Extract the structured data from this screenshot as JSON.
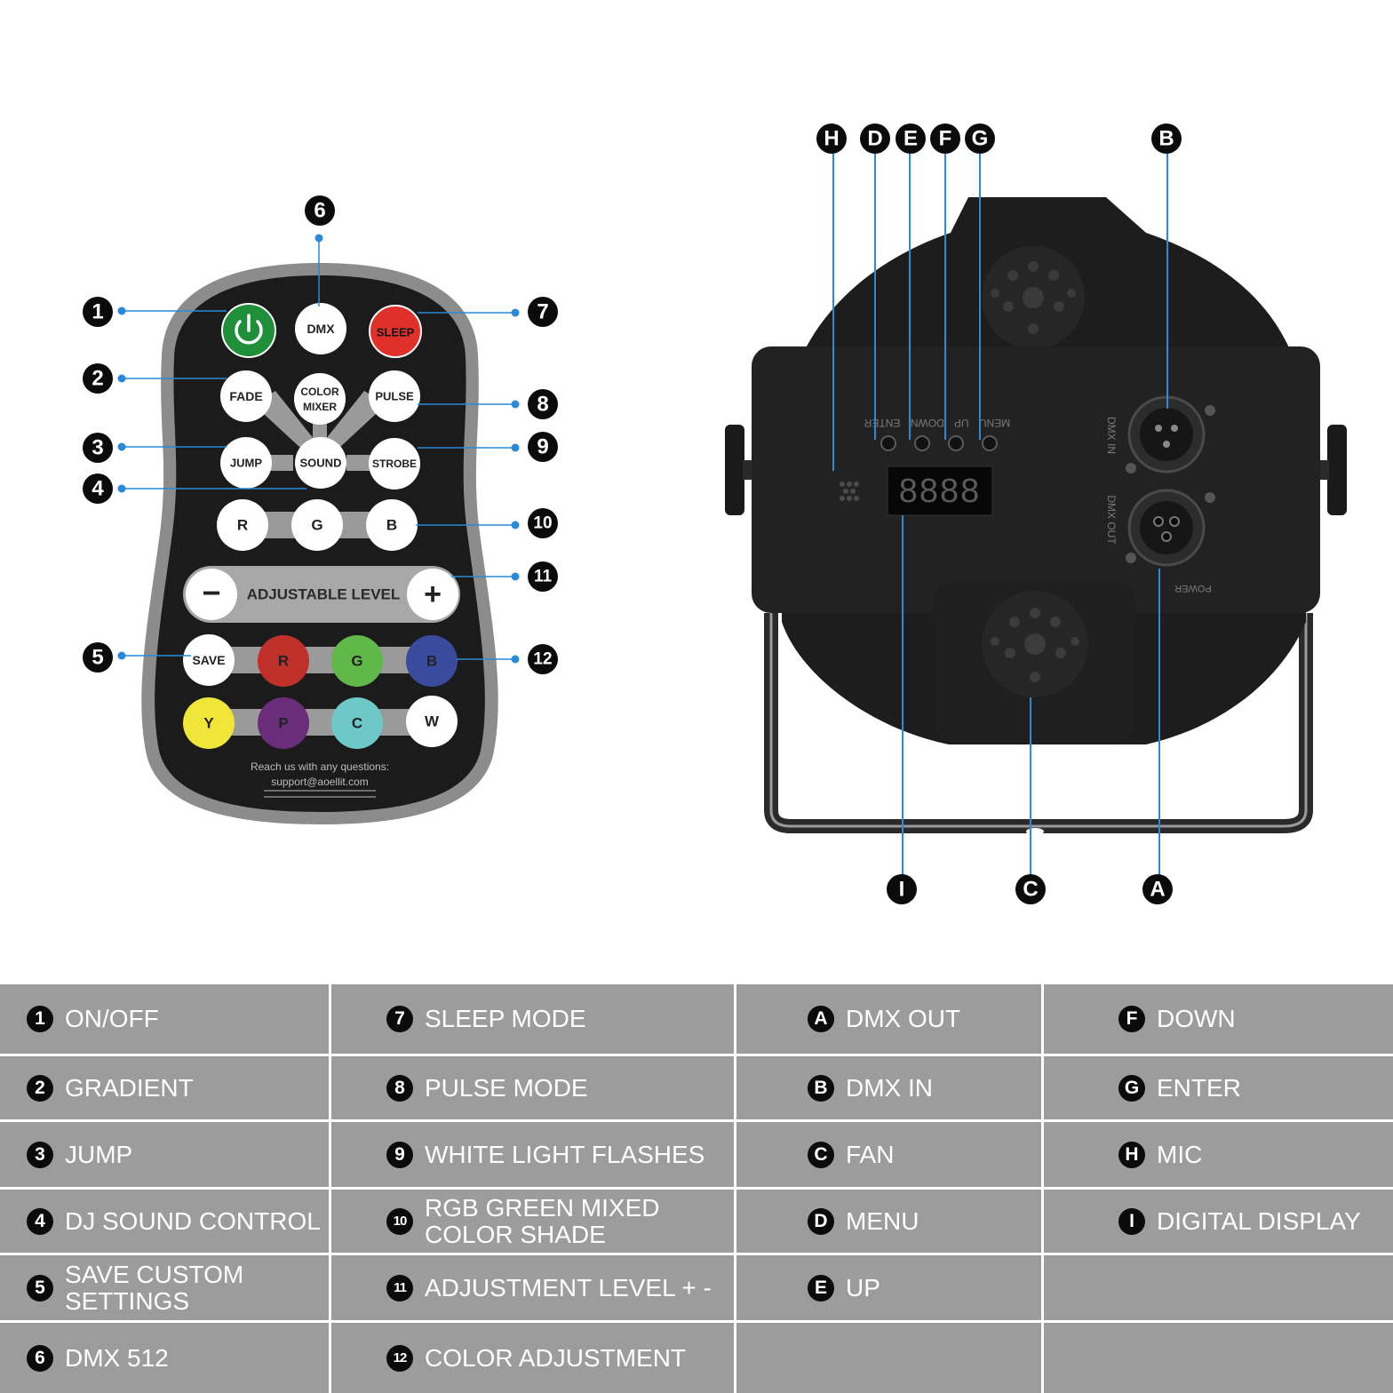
{
  "remote": {
    "buttons": {
      "power_icon": "power-icon",
      "dmx": "DMX",
      "sleep": "SLEEP",
      "fade": "FADE",
      "color_mixer_line1": "COLOR",
      "color_mixer_line2": "MIXER",
      "pulse": "PULSE",
      "jump": "JUMP",
      "sound": "SOUND",
      "strobe": "STROBE",
      "r": "R",
      "g": "G",
      "b": "B",
      "minus": "−",
      "adjustable_level": "ADJUSTABLE LEVEL",
      "plus": "+",
      "save": "SAVE",
      "color_r": "R",
      "color_g": "G",
      "color_b": "B",
      "color_y": "Y",
      "color_p": "P",
      "color_c": "C",
      "color_w": "W"
    },
    "footer_line1": "Reach us with any questions:",
    "footer_line2": "support@aoellit.com",
    "markers": {
      "m1": "1",
      "m2": "2",
      "m3": "3",
      "m4": "4",
      "m5": "5",
      "m6": "6",
      "m7": "7",
      "m8": "8",
      "m9": "9",
      "m10": "10",
      "m11": "11",
      "m12": "12"
    },
    "colors": {
      "body": "#1b1b1b",
      "rim": "#8c8c8c",
      "power": "#1f8f3a",
      "sleep": "#e0302a",
      "red": "#c0302a",
      "green": "#5fb848",
      "blue": "#3a4a9c",
      "yellow": "#f0e63a",
      "purple": "#6a2d7a",
      "cyan": "#6ec8c8",
      "leader": "#2a8ad8"
    }
  },
  "light": {
    "panel_labels": {
      "menu": "MENU",
      "up": "UP",
      "down": "DOWN",
      "enter": "ENTER",
      "dmx_in": "DMX IN",
      "dmx_out": "DMX OUT",
      "power": "POWER"
    },
    "display": "8888",
    "markers": {
      "h": "H",
      "d": "D",
      "e": "E",
      "f": "F",
      "g": "G",
      "b": "B",
      "i": "I",
      "c": "C",
      "a": "A"
    }
  },
  "legend": {
    "rows": [
      [
        {
          "badge": "1",
          "text": "ON/OFF"
        },
        {
          "badge": "7",
          "text": "SLEEP MODE"
        },
        {
          "badge": "A",
          "text": "DMX OUT"
        },
        {
          "badge": "F",
          "text": "DOWN"
        }
      ],
      [
        {
          "badge": "2",
          "text": "GRADIENT"
        },
        {
          "badge": "8",
          "text": "PULSE MODE"
        },
        {
          "badge": "B",
          "text": "DMX IN"
        },
        {
          "badge": "G",
          "text": "ENTER"
        }
      ],
      [
        {
          "badge": "3",
          "text": "JUMP"
        },
        {
          "badge": "9",
          "text": "WHITE LIGHT FLASHES"
        },
        {
          "badge": "C",
          "text": "FAN"
        },
        {
          "badge": "H",
          "text": "MIC"
        }
      ],
      [
        {
          "badge": "4",
          "text": "DJ SOUND CONTROL"
        },
        {
          "badge": "10",
          "text": "RGB GREEN MIXED\nCOLOR SHADE"
        },
        {
          "badge": "D",
          "text": "MENU"
        },
        {
          "badge": "I",
          "text": "DIGITAL DISPLAY"
        }
      ],
      [
        {
          "badge": "5",
          "text": "SAVE CUSTOM\nSETTINGS"
        },
        {
          "badge": "11",
          "text": "ADJUSTMENT LEVEL + -"
        },
        {
          "badge": "E",
          "text": "UP"
        },
        {
          "badge": "",
          "text": ""
        }
      ],
      [
        {
          "badge": "6",
          "text": "DMX 512"
        },
        {
          "badge": "12",
          "text": "COLOR ADJUSTMENT"
        },
        {
          "badge": "",
          "text": ""
        },
        {
          "badge": "",
          "text": ""
        }
      ]
    ]
  }
}
